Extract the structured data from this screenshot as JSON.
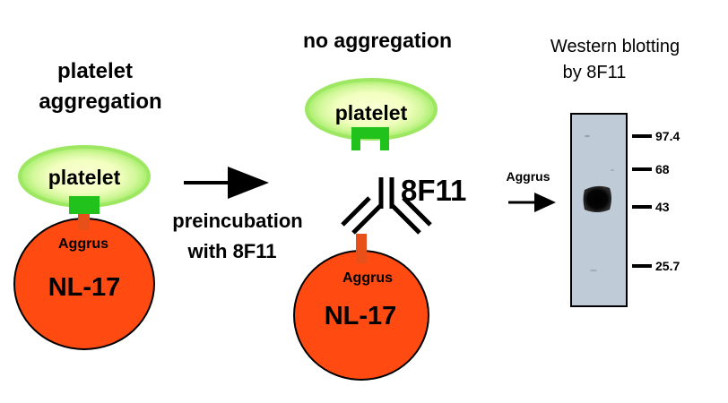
{
  "left": {
    "heading_line1": "platelet",
    "heading_line2": "aggregation",
    "platelet_label": "platelet",
    "aggrus_label": "Aggrus",
    "cell_label": "NL-17"
  },
  "middle_arrow": {
    "line1": "preincubation",
    "line2": "with 8F11"
  },
  "middle": {
    "heading": "no aggregation",
    "platelet_label": "platelet",
    "antibody_label": "8F11",
    "aggrus_label": "Aggrus",
    "cell_label": "NL-17"
  },
  "blot": {
    "title_line1": "Western blotting",
    "title_line2": "by 8F11",
    "arrow_label": "Aggrus",
    "markers": [
      "97.4",
      "68",
      "43",
      "25.7"
    ]
  },
  "colors": {
    "cell": "#ff4a12",
    "aggrus_stalk": "#e8501a",
    "platelet_outer": "#a6ef6a",
    "platelet_inner": "#f6ffc8",
    "receptor": "#22c21c",
    "blot_bg": "#bfcbd7"
  }
}
